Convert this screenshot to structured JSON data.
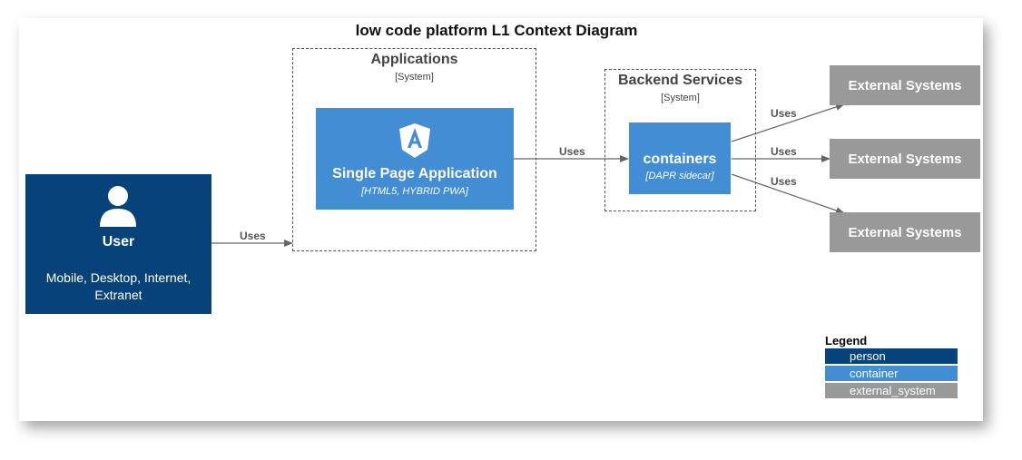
{
  "diagram": {
    "title": "low code platform L1 Context Diagram",
    "user": {
      "icon": "person-icon",
      "name": "User",
      "description_line1": "Mobile, Desktop, Internet,",
      "description_line2": "Extranet"
    },
    "applications_boundary": {
      "title": "Applications",
      "type": "[System]",
      "spa": {
        "icon": "angular-icon",
        "name": "Single Page Application",
        "tech": "[HTML5, HYBRID PWA]"
      }
    },
    "backend_boundary": {
      "title": "Backend Services",
      "type": "[System]",
      "containers": {
        "name": "containers",
        "tech": "[DAPR sidecar]"
      }
    },
    "external_systems": [
      "External Systems",
      "External Systems",
      "External Systems"
    ],
    "relations": {
      "user_to_apps": "Uses",
      "spa_to_containers": "Uses",
      "containers_to_ext_1": "Uses",
      "containers_to_ext_2": "Uses",
      "containers_to_ext_3": "Uses"
    },
    "legend": {
      "title": "Legend",
      "items": [
        {
          "label": "person",
          "color": "#08427b"
        },
        {
          "label": "container",
          "color": "#438dd5"
        },
        {
          "label": "external_system",
          "color": "#999999"
        }
      ]
    },
    "colors": {
      "person": "#08427b",
      "container": "#438dd5",
      "external": "#999999",
      "arrow": "#666666"
    }
  }
}
